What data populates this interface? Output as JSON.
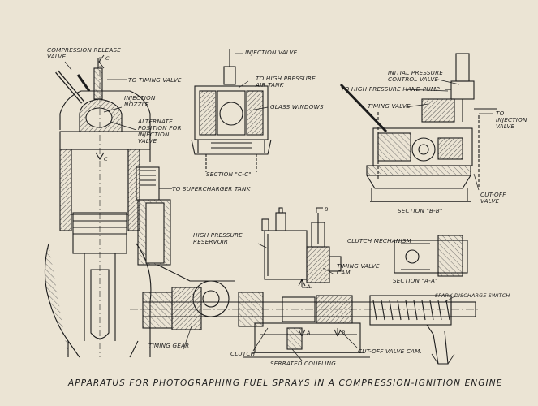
{
  "title": "APPARATUS FOR PHOTOGRAPHING FUEL SPRAYS IN A COMPRESSION-IGNITION ENGINE",
  "labels": {
    "compression_release_valve": "COMPRESSION RELEASE\nVALVE",
    "c_top": "C",
    "to_timing_valve": "TO TIMING VALVE",
    "injection_nozzle": "INJECTION\nNOZZLE",
    "alternate_position": "ALTERNATE\nPOSITION FOR\nINJECTION\nVALVE",
    "c_bottom": "C",
    "injection_valve": "INJECTION VALVE",
    "to_high_pressure_air_tank": "TO HIGH PRESSURE\nAIR TANK",
    "glass_windows": "GLASS WINDOWS",
    "section_cc": "SECTION \"C-C\"",
    "to_supercharger_tank": "TO SUPERCHARGER TANK",
    "initial_pressure_control_valve": "INITIAL PRESSURE\nCONTROL VALVE",
    "to_high_pressure_hand_pump": "TO HIGH PRESSURE HAND PUMP",
    "timing_valve": "TIMING VALVE",
    "to_injection_valve": "TO\nINJECTION\nVALVE",
    "cut_off_valve": "CUT-OFF\nVALVE",
    "section_bb": "SECTION \"B-B\"",
    "b_top": "B",
    "high_pressure_reservoir": "HIGH PRESSURE\nRESERVOIR",
    "clutch_mechanism": "CLUTCH MECHANISM",
    "timing_valve_cam": "TIMING VALVE\nCAM",
    "a_upper": "A",
    "section_aa": "SECTION \"A-A\"",
    "spark_discharge_switch": "SPARK DISCHARGE SWITCH",
    "a_lower": "A",
    "b_lower": "B",
    "timing_gear": "TIMING GEAR",
    "clutch": "CLUTCH",
    "serrated_coupling": "SERRATED COUPLING",
    "cut_off_valve_cam": "CUT-OFF VALVE CAM."
  },
  "colors": {
    "paper": "#ebe4d4",
    "ink": "#1c1c1c",
    "hatch": "#555555"
  }
}
